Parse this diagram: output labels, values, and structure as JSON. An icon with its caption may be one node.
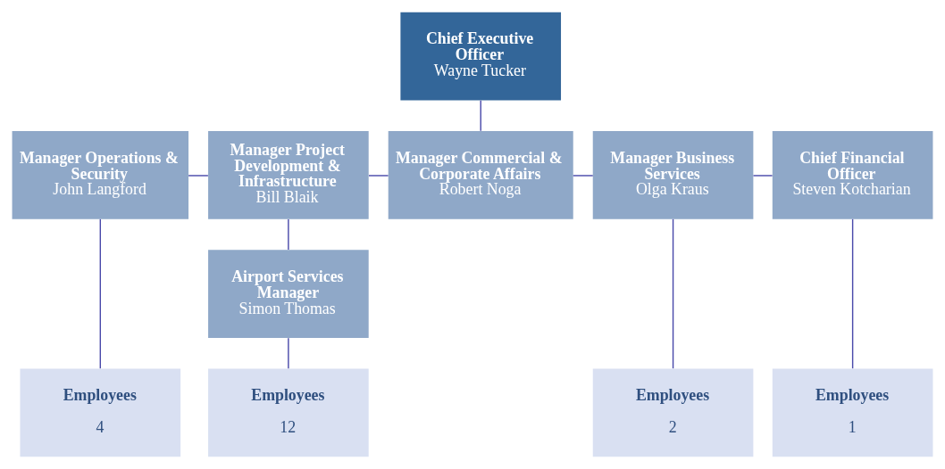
{
  "diagram": {
    "nodes": [
      {
        "text": [
          "Chief Executive Officer",
          "Wayne Tucker"
        ]
      },
      {
        "text": [
          "Manager Operations & Security",
          "John Langford"
        ]
      },
      {
        "text": [
          "Manager Project Development & Infrastructure",
          "Bill Blaik"
        ]
      },
      {
        "text": [
          "Manager Commercial & Corporate Affairs",
          "Robert Noga"
        ]
      },
      {
        "text": [
          "Manager Business Services",
          "Olga Kraus"
        ]
      },
      {
        "text": [
          "Chief Financial Officer",
          "Steven Kotcharian"
        ]
      },
      {
        "text": [
          "Airport Services Manager",
          "Simon Thomas"
        ]
      },
      {
        "text": [
          "Employees",
          "4"
        ]
      },
      {
        "text": [
          "Employees",
          "12"
        ]
      },
      {
        "text": [
          "Employees",
          "2"
        ]
      },
      {
        "text": [
          "Employees",
          "1"
        ]
      }
    ],
    "edges": [
      {
        "from": 0,
        "to": 3,
        "arrow": "none"
      },
      {
        "from": 1,
        "to": 2,
        "arrow": "none"
      },
      {
        "from": 2,
        "to": 3,
        "arrow": "none"
      },
      {
        "from": 3,
        "to": 4,
        "arrow": "none"
      },
      {
        "from": 4,
        "to": 5,
        "arrow": "none"
      },
      {
        "from": 1,
        "to": 7,
        "arrow": "none"
      },
      {
        "from": 2,
        "to": 6,
        "arrow": "none"
      },
      {
        "from": 6,
        "to": 8,
        "arrow": "none"
      },
      {
        "from": 4,
        "to": 9,
        "arrow": "none"
      },
      {
        "from": 5,
        "to": 10,
        "arrow": "none"
      }
    ]
  }
}
